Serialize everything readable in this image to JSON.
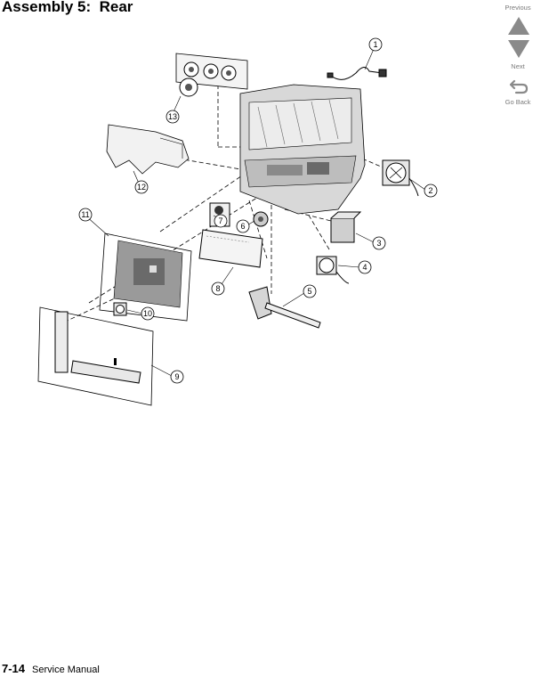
{
  "header": {
    "title": "Assembly 5:  Rear"
  },
  "nav": {
    "previous": "Previous",
    "next": "Next",
    "go_back": "Go Back"
  },
  "callouts": [
    "1",
    "2",
    "3",
    "4",
    "5",
    "6",
    "7",
    "8",
    "9",
    "10",
    "11",
    "12",
    "13"
  ],
  "footer": {
    "page": "7-14",
    "label": "Service Manual"
  },
  "colors": {
    "nav_gray": "#8a8a8a",
    "line": "#000000",
    "part_fill": "#e2e2e2",
    "part_dark": "#444444"
  }
}
